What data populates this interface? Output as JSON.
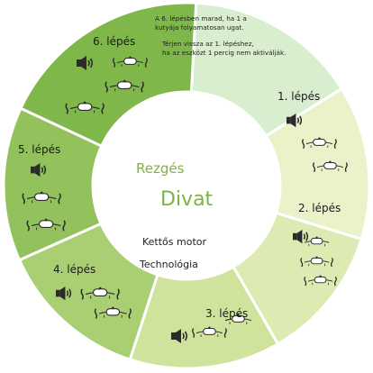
{
  "center": {
    "mode_small": "Rezgés",
    "mode_large": "Divat",
    "line1": "Kettős motor",
    "line2": "Technológia"
  },
  "info_note": {
    "line1": "A 6. lépésben marad, ha 1 a",
    "line2": "kutyája folyamatosan ugat.",
    "line3": "Térjen vissza az 1. lépéshez,",
    "line4": "ha az eszközt 1 percig nem aktiválják."
  },
  "steps": [
    {
      "label": "1. lépés",
      "collars": 2,
      "fill": "#eaf2c9"
    },
    {
      "label": "2. lépés",
      "collars": 3,
      "fill": "#dcebb2"
    },
    {
      "label": "3. lépés",
      "collars": 2,
      "fill": "#cfe39c"
    },
    {
      "label": "4. lépés",
      "collars": 2,
      "fill": "#a9cf72"
    },
    {
      "label": "5. lépés",
      "collars": 2,
      "fill": "#93c25d"
    },
    {
      "label": "6. lépés",
      "collars": 3,
      "fill": "#7fb74a"
    }
  ],
  "colors": {
    "ring_stroke": "#ffffff",
    "note_segment": "#d9eecf",
    "accent_green": "#7cb342",
    "icon_dark": "#2b2b2b"
  },
  "icons": [
    "speaker-vibration-icon",
    "dog-collar-icon"
  ]
}
